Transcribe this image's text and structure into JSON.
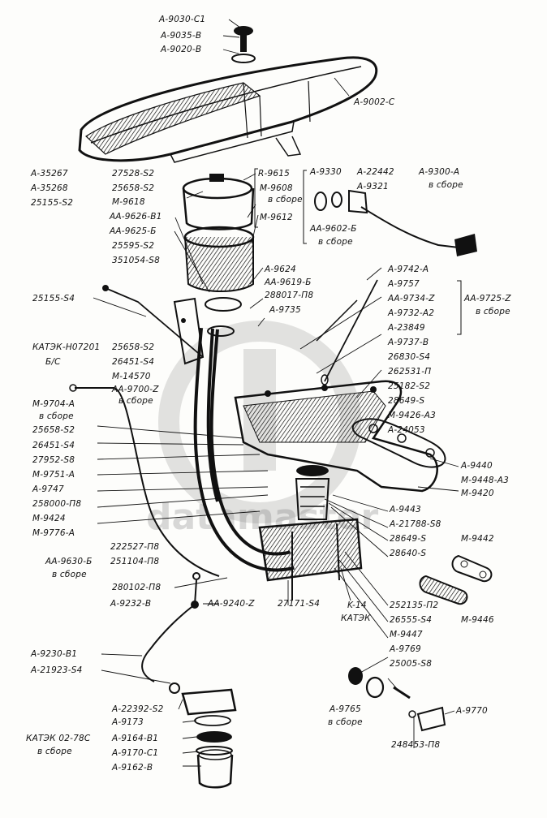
{
  "watermark": {
    "text": "datamaster"
  },
  "colors": {
    "ink": "#111111",
    "paper": "#fdfdfb",
    "watermark": "#9a9a9a"
  },
  "labels": [
    {
      "id": "a9030",
      "text": "A-9030-C1"
    },
    {
      "id": "a9035",
      "text": "A-9035-B"
    },
    {
      "id": "a9020",
      "text": "A-9020-B"
    },
    {
      "id": "a9002",
      "text": "A-9002-C"
    },
    {
      "id": "a35267",
      "text": "A-35267"
    },
    {
      "id": "a35268",
      "text": "A-35268"
    },
    {
      "id": "s25155s2",
      "text": "25155-S2"
    },
    {
      "id": "s27528",
      "text": "27528-S2"
    },
    {
      "id": "s25658a",
      "text": "25658-S2"
    },
    {
      "id": "m9618",
      "text": "M-9618"
    },
    {
      "id": "aa9626",
      "text": "AA-9626-B1"
    },
    {
      "id": "aa9625",
      "text": "AA-9625-Б"
    },
    {
      "id": "s25595",
      "text": "25595-S2"
    },
    {
      "id": "s351054",
      "text": "351054-S8"
    },
    {
      "id": "r9615",
      "text": "R-9615"
    },
    {
      "id": "m9608",
      "text": "M-9608"
    },
    {
      "id": "m9608b",
      "text": "в сборе"
    },
    {
      "id": "m9612",
      "text": "M-9612"
    },
    {
      "id": "a9330",
      "text": "A-9330"
    },
    {
      "id": "a22442",
      "text": "A-22442"
    },
    {
      "id": "a9321",
      "text": "A-9321"
    },
    {
      "id": "a9300",
      "text": "A-9300-A"
    },
    {
      "id": "a9300b",
      "text": "в сборе"
    },
    {
      "id": "aa9602",
      "text": "AA-9602-Б"
    },
    {
      "id": "aa9602b",
      "text": "в сборе"
    },
    {
      "id": "a9624",
      "text": "A-9624"
    },
    {
      "id": "aa9619",
      "text": "AA-9619-Б"
    },
    {
      "id": "s288017",
      "text": "288017-П8"
    },
    {
      "id": "a9735",
      "text": "A-9735"
    },
    {
      "id": "a9742",
      "text": "A-9742-A"
    },
    {
      "id": "a9757",
      "text": "A-9757"
    },
    {
      "id": "aa9734",
      "text": "AA-9734-Z"
    },
    {
      "id": "a9732",
      "text": "A-9732-A2"
    },
    {
      "id": "aa9725",
      "text": "AA-9725-Z"
    },
    {
      "id": "aa9725b",
      "text": "в сборе"
    },
    {
      "id": "a23849",
      "text": "A-23849"
    },
    {
      "id": "a9737",
      "text": "A-9737-B"
    },
    {
      "id": "s26830",
      "text": "26830-S4"
    },
    {
      "id": "s262531",
      "text": "262531-П"
    },
    {
      "id": "s25182",
      "text": "25182-S2"
    },
    {
      "id": "s28649a",
      "text": "28649-S"
    },
    {
      "id": "m9426",
      "text": "M-9426-A3"
    },
    {
      "id": "a24053",
      "text": "A-24053"
    },
    {
      "id": "s25155s4",
      "text": "25155-S4"
    },
    {
      "id": "katek1",
      "text": "КАТЭК-Н07201"
    },
    {
      "id": "katek1b",
      "text": "Б/С"
    },
    {
      "id": "s25658b",
      "text": "25658-S2"
    },
    {
      "id": "s26451a",
      "text": "26451-S4"
    },
    {
      "id": "m14570",
      "text": "M-14570"
    },
    {
      "id": "aa9700",
      "text": "AA-9700-Z"
    },
    {
      "id": "aa9700b",
      "text": "в сборе"
    },
    {
      "id": "m9704",
      "text": "M-9704-A"
    },
    {
      "id": "m9704b",
      "text": "в сборе"
    },
    {
      "id": "s25658c",
      "text": "25658-S2"
    },
    {
      "id": "s26451b",
      "text": "26451-S4"
    },
    {
      "id": "s27952",
      "text": "27952-S8"
    },
    {
      "id": "m9751",
      "text": "M-9751-A"
    },
    {
      "id": "a9747",
      "text": "A-9747"
    },
    {
      "id": "s258000",
      "text": "258000-П8"
    },
    {
      "id": "m9424",
      "text": "M-9424"
    },
    {
      "id": "m9776",
      "text": "M-9776-A"
    },
    {
      "id": "a9440",
      "text": "A-9440"
    },
    {
      "id": "m9448",
      "text": "M-9448-A3"
    },
    {
      "id": "m9420",
      "text": "M-9420"
    },
    {
      "id": "a9443",
      "text": "A-9443"
    },
    {
      "id": "a21788",
      "text": "A-21788-S8"
    },
    {
      "id": "s28649b",
      "text": "28649-S"
    },
    {
      "id": "s28640",
      "text": "28640-S"
    },
    {
      "id": "m9442",
      "text": "M-9442"
    },
    {
      "id": "m9446",
      "text": "M-9446"
    },
    {
      "id": "s222527",
      "text": "222527-П8"
    },
    {
      "id": "s251104",
      "text": "251104-П8"
    },
    {
      "id": "aa9630",
      "text": "AA-9630-Б"
    },
    {
      "id": "aa9630b",
      "text": "в сборе"
    },
    {
      "id": "s280102",
      "text": "280102-П8"
    },
    {
      "id": "a9232",
      "text": "A-9232-B"
    },
    {
      "id": "aa9240",
      "text": "AA-9240-Z"
    },
    {
      "id": "s27171",
      "text": "27171-S4"
    },
    {
      "id": "k14",
      "text": "K-14"
    },
    {
      "id": "k14b",
      "text": "КАТЭК"
    },
    {
      "id": "s252135",
      "text": "252135-П2"
    },
    {
      "id": "s26555",
      "text": "26555-S4"
    },
    {
      "id": "m9447",
      "text": "M-9447"
    },
    {
      "id": "a9769",
      "text": "A-9769"
    },
    {
      "id": "s25005",
      "text": "25005-S8"
    },
    {
      "id": "a9230",
      "text": "A-9230-B1"
    },
    {
      "id": "a21923",
      "text": "A-21923-S4"
    },
    {
      "id": "a9765",
      "text": "A-9765"
    },
    {
      "id": "a9765b",
      "text": "в сборе"
    },
    {
      "id": "a9770",
      "text": "A-9770"
    },
    {
      "id": "s248453",
      "text": "248453-П8"
    },
    {
      "id": "a22392",
      "text": "A-22392-S2"
    },
    {
      "id": "a9173",
      "text": "A-9173"
    },
    {
      "id": "katek2",
      "text": "КАТЭК 02-78С"
    },
    {
      "id": "katek2b",
      "text": "в сборе"
    },
    {
      "id": "a9164",
      "text": "A-9164-B1"
    },
    {
      "id": "a9170",
      "text": "A-9170-C1"
    },
    {
      "id": "a9162",
      "text": "A-9162-B"
    }
  ]
}
